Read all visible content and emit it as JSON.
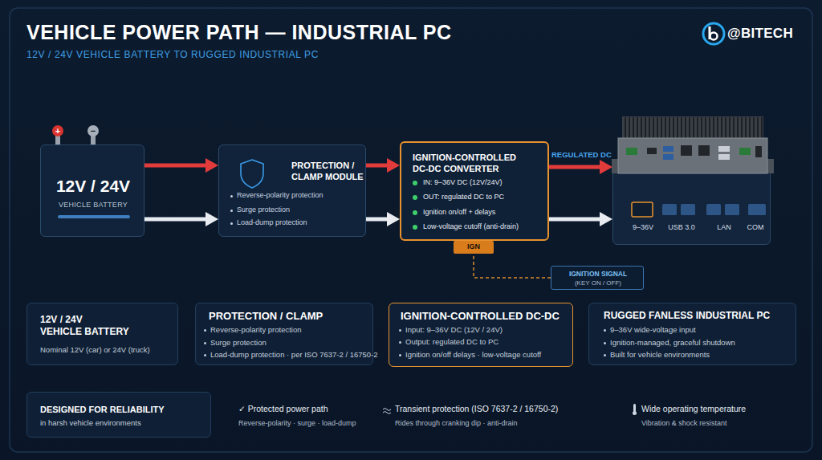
{
  "diagram": {
    "title": "VEHICLE POWER PATH — INDUSTRIAL PC",
    "nodes": [
      {
        "text": [
          "12V / 24V",
          "VEHICLE BATTERY"
        ]
      },
      {
        "text": [
          "PROTECTION / CLAMP MODULE",
          "Reverse-polarity protection",
          "Surge protection",
          "Load-dump protection"
        ]
      },
      {
        "text": [
          "IGNITION-CONTROLLED DC-DC CONVERTER",
          "IN: 9–36V DC (12V/24V)",
          "OUT: regulated DC to PC",
          "Ignition on/off + delays",
          "Low-voltage cutoff (anti-drain)"
        ]
      },
      {
        "text": [
          "IGN"
        ]
      },
      {
        "text": [
          "IGNITION SIGNAL",
          "(KEY ON / OFF)"
        ]
      },
      {
        "text": [
          "9–36V",
          "USB 3.0",
          "LAN",
          "COM"
        ]
      },
      {
        "text": [
          "12V / 24V",
          "VEHICLE BATTERY",
          "Nominal 12V (car) or 24V (truck)"
        ]
      },
      {
        "text": [
          "PROTECTION / CLAMP",
          "Reverse-polarity protection",
          "Surge protection",
          "Load-dump protection · per ISO 7637-2 / 16750-2"
        ]
      },
      {
        "text": [
          "IGNITION-CONTROLLED DC-DC",
          "Input: 9–36V DC (12V / 24V)",
          "Output: regulated DC to PC",
          "Ignition on/off delays · low-voltage cutoff"
        ]
      },
      {
        "text": [
          "RUGGED FANLESS INDUSTRIAL PC",
          "9–36V wide-voltage input",
          "Ignition-managed, graceful shutdown",
          "Built for vehicle environments"
        ]
      },
      {
        "text": [
          "DESIGNED FOR RELIABILITY",
          "in harsh vehicle environments"
        ]
      }
    ],
    "edges": [
      {
        "from": 0,
        "to": 1,
        "arrow": "to"
      },
      {
        "from": 0,
        "to": 1,
        "arrow": "to"
      },
      {
        "from": 1,
        "to": 2,
        "arrow": "to"
      },
      {
        "from": 1,
        "to": 2,
        "arrow": "to"
      },
      {
        "from": 2,
        "to": 5,
        "label": "REGULATED DC",
        "arrow": "to"
      },
      {
        "from": 2,
        "to": 5,
        "arrow": "to"
      },
      {
        "from": 4,
        "to": 3,
        "arrow": "none"
      }
    ],
    "labels": [
      "12V / 24V VEHICLE BATTERY TO RUGGED INDUSTRIAL PC",
      "@BITECH",
      "+",
      "−",
      "✓ Protected power path",
      "Reverse-polarity · surge · load-dump",
      "Transient protection (ISO 7637-2 / 16750-2)",
      "Rides through cranking dip · anti-drain",
      "Wide operating temperature",
      "Vibration & shock resistant"
    ]
  }
}
